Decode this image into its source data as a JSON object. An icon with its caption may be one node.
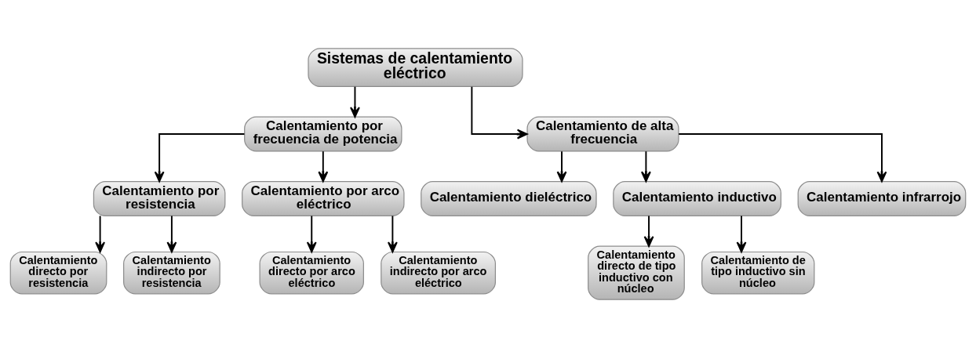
{
  "diagram": {
    "nodes": [
      {
        "text": [
          "Sistemas de calentamiento eléctrico"
        ]
      },
      {
        "text": [
          "Calentamiento por frecuencia de potencia"
        ]
      },
      {
        "text": [
          "Calentamiento de alta frecuencia"
        ]
      },
      {
        "text": [
          "Calentamiento por resistencia"
        ]
      },
      {
        "text": [
          "Calentamiento por arco eléctrico"
        ]
      },
      {
        "text": [
          "Calentamiento dieléctrico"
        ]
      },
      {
        "text": [
          "Calentamiento inductivo"
        ]
      },
      {
        "text": [
          "Calentamiento infrarrojo"
        ]
      },
      {
        "text": [
          "Calentamiento directo por resistencia"
        ]
      },
      {
        "text": [
          "Calentamiento indirecto por resistencia"
        ]
      },
      {
        "text": [
          "Calentamiento directo por arco eléctrico"
        ]
      },
      {
        "text": [
          "Calentamiento indirecto por arco eléctrico"
        ]
      },
      {
        "text": [
          "Calentamiento directo de tipo inductivo con núcleo"
        ]
      },
      {
        "text": [
          "Calentamiento de tipo inductivo sin núcleo"
        ]
      }
    ],
    "edges": [
      {
        "from": 0,
        "to": 1,
        "arrow": "to"
      },
      {
        "from": 0,
        "to": 2,
        "arrow": "to"
      },
      {
        "from": 1,
        "to": 3,
        "arrow": "to"
      },
      {
        "from": 1,
        "to": 4,
        "arrow": "to"
      },
      {
        "from": 2,
        "to": 5,
        "arrow": "to"
      },
      {
        "from": 2,
        "to": 6,
        "arrow": "to"
      },
      {
        "from": 2,
        "to": 7,
        "arrow": "to"
      },
      {
        "from": 3,
        "to": 8,
        "arrow": "to"
      },
      {
        "from": 3,
        "to": 9,
        "arrow": "to"
      },
      {
        "from": 4,
        "to": 10,
        "arrow": "to"
      },
      {
        "from": 4,
        "to": 11,
        "arrow": "to"
      },
      {
        "from": 6,
        "to": 12,
        "arrow": "to"
      },
      {
        "from": 6,
        "to": 13,
        "arrow": "to"
      }
    ]
  }
}
